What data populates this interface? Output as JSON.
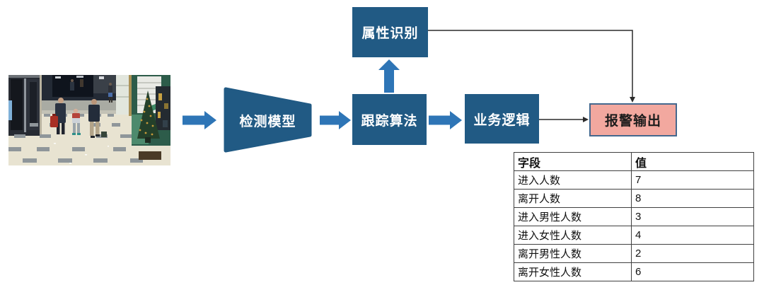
{
  "diagram": {
    "nodes": {
      "detection": {
        "label": "检测模型"
      },
      "tracking": {
        "label": "跟踪算法"
      },
      "attribute": {
        "label": "属性识别"
      },
      "business": {
        "label": "业务逻辑"
      },
      "alarm": {
        "label": "报警输出"
      }
    },
    "colors": {
      "node_fill": "#215a84",
      "flow_arrow_blue": "#2e75b6",
      "alarm_fill": "#f2a89f",
      "alarm_border": "#44688e",
      "connector_line": "#2b2b2b"
    }
  },
  "table": {
    "headers": [
      "字段",
      "值"
    ],
    "rows": [
      [
        "进入人数",
        "7"
      ],
      [
        "离开人数",
        "8"
      ],
      [
        "进入男性人数",
        "3"
      ],
      [
        "进入女性人数",
        "4"
      ],
      [
        "离开男性人数",
        "2"
      ],
      [
        "离开女性人数",
        "6"
      ]
    ]
  }
}
